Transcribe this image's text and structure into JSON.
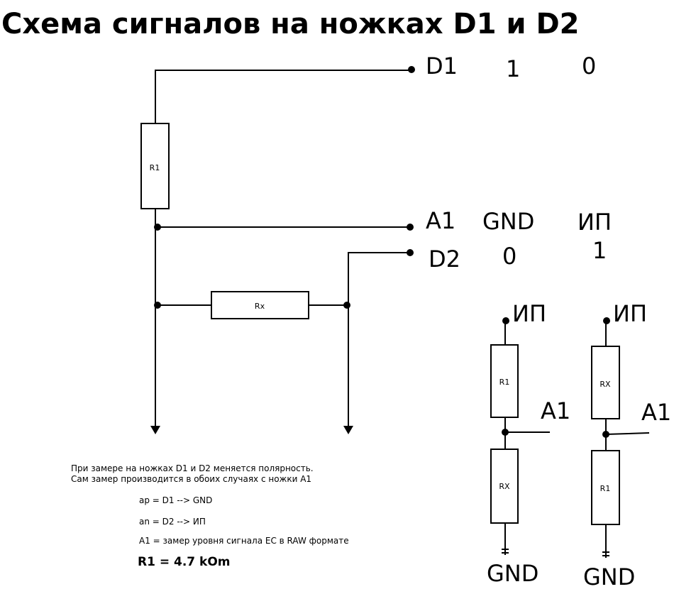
{
  "title": "Схема сигналов на ножках D1 и D2",
  "main": {
    "pin_d1": "D1",
    "pin_a1": "A1",
    "pin_d2": "D2",
    "r1_label": "R1",
    "rx_label": "Rx",
    "d1_state_1": "1",
    "d1_state_2": "0",
    "a1_state_1": "GND",
    "a1_state_2": "ИП",
    "d2_state_1": "0",
    "d2_state_2": "1"
  },
  "left_divider": {
    "top_label": "ИП",
    "top_resistor": "R1",
    "tap_label": "A1",
    "bottom_resistor": "RX",
    "bottom_label": "GND"
  },
  "right_divider": {
    "top_label": "ИП",
    "top_resistor": "RX",
    "tap_label": "A1",
    "bottom_resistor": "R1",
    "bottom_label": "GND"
  },
  "notes": {
    "line1": "При замере на ножках D1  и D2 меняется полярность.",
    "line2": "Сам замер производится в обоих случаях с ножки A1",
    "ap": "ap = D1 --> GND",
    "an": "an = D2 --> ИП",
    "a1": "A1 = замер уровня сигнала EC в RAW формате",
    "r1_value": "R1 = 4.7 kOm"
  }
}
